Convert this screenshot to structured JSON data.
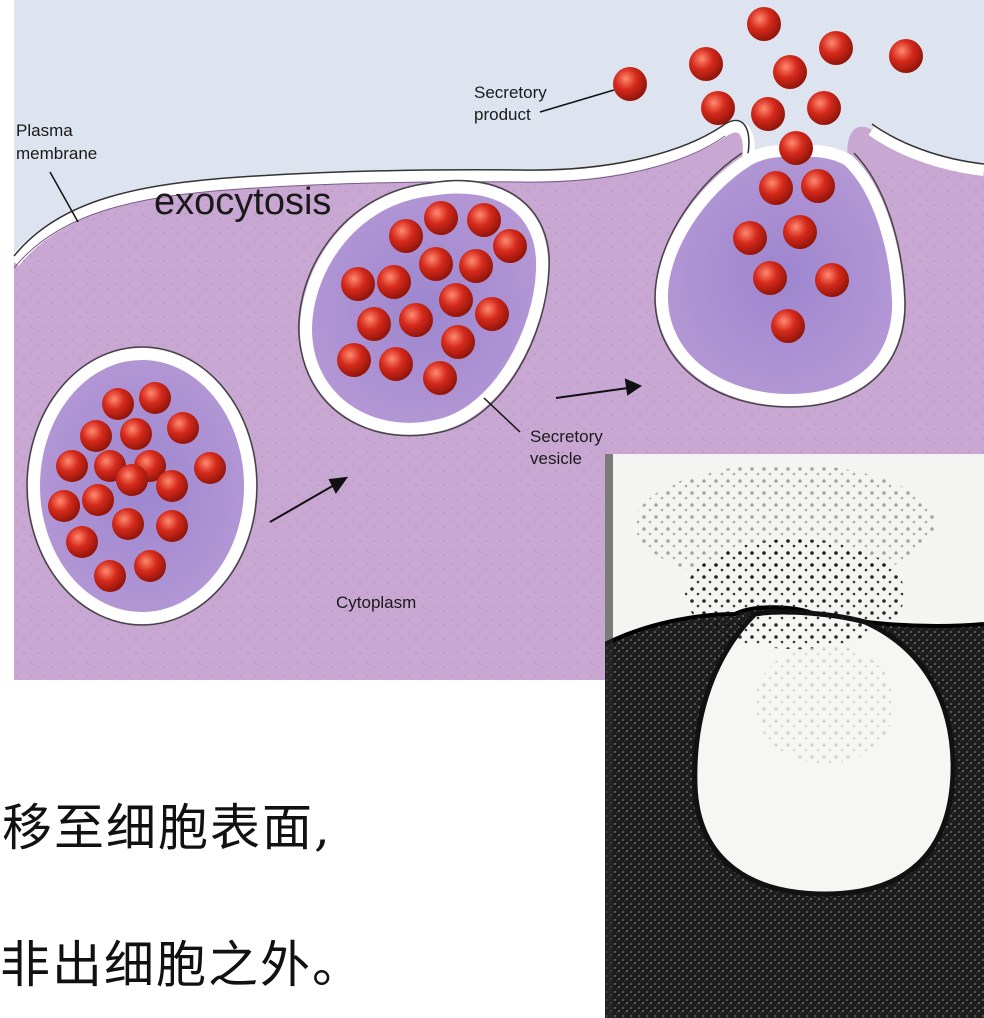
{
  "diagram": {
    "labels": {
      "plasma_membrane_line1": "Plasma",
      "plasma_membrane_line2": "membrane",
      "exocytosis": "exocytosis",
      "secretory_product_line1": "Secretory",
      "secretory_product_line2": "product",
      "secretory_vesicle_line1": "Secretory",
      "secretory_vesicle_line2": "vesicle",
      "cytoplasm": "Cytoplasm"
    },
    "colors": {
      "extracellular": "#dde3ef",
      "cytoplasm": "#c9a8d4",
      "vesicle_fill": "#a98fcf",
      "membrane": "#ffffff",
      "granule": "#d4281c"
    }
  },
  "caption": {
    "line1": "移至细胞表面,",
    "line2": "非出细胞之外。"
  },
  "micrograph": {
    "description_icon": "electron-micrograph"
  }
}
